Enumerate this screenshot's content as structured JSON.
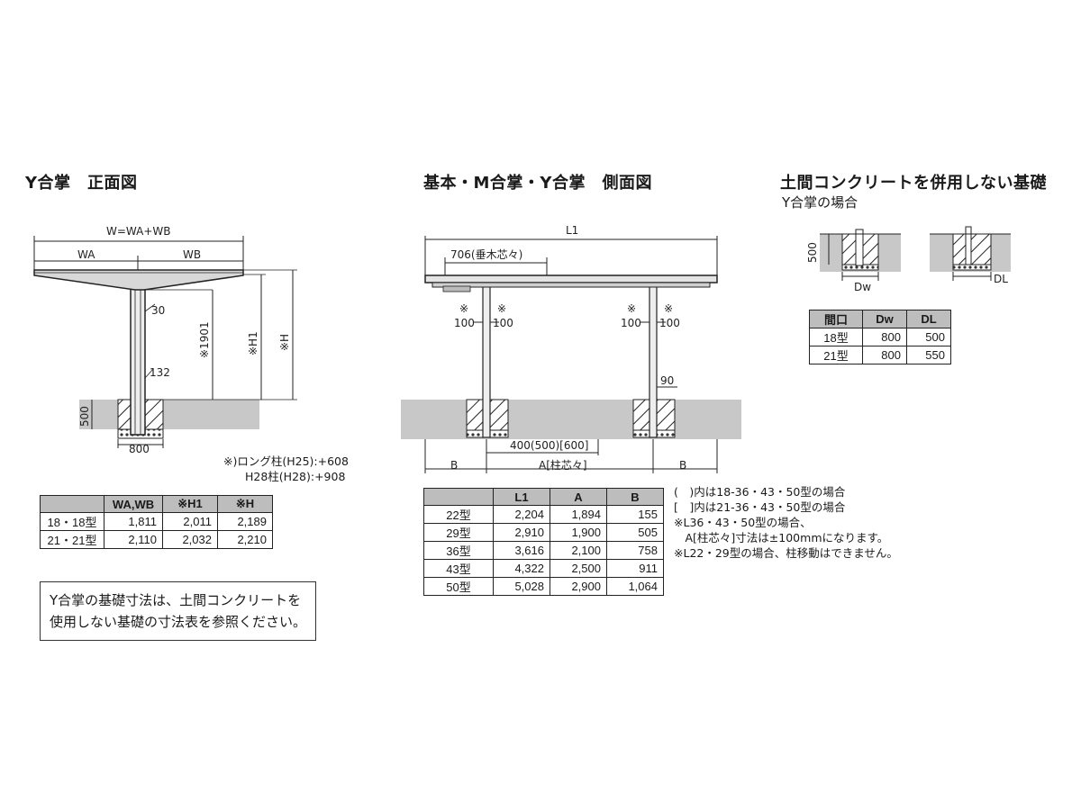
{
  "front": {
    "title": "Y合掌　正面図",
    "dim_w": "W=WA+WB",
    "dim_wa": "WA",
    "dim_wb": "WB",
    "dim_30": "30",
    "dim_132": "132",
    "dim_1901": "※1901",
    "dim_h1": "※H1",
    "dim_h": "※H",
    "dim_500": "500",
    "dim_800": "800",
    "notes": [
      "※)ロング柱(H25):+608",
      "H28柱(H28):+908"
    ],
    "table": {
      "headers": [
        "",
        "WA,WB",
        "※H1",
        "※H"
      ],
      "rows": [
        [
          "18・18型",
          "1,811",
          "2,011",
          "2,189"
        ],
        [
          "21・21型",
          "2,110",
          "2,032",
          "2,210"
        ]
      ]
    },
    "info": [
      "Y合掌の基礎寸法は、土間コンクリートを",
      "使用しない基礎の寸法表を参照ください。"
    ]
  },
  "side": {
    "title": "基本・M合掌・Y合掌　側面図",
    "dim_l1": "L1",
    "dim_706": "706(垂木芯々)",
    "mark": "※",
    "dim_100l": "100",
    "dim_100r": "100",
    "dim_90": "90",
    "dim_400": "400(500)[600]",
    "dim_b": "B",
    "dim_a": "A[柱芯々]",
    "table": {
      "headers": [
        "",
        "L1",
        "A",
        "B"
      ],
      "rows": [
        [
          "22型",
          "2,204",
          "1,894",
          "155"
        ],
        [
          "29型",
          "2,910",
          "1,900",
          "505"
        ],
        [
          "36型",
          "3,616",
          "2,100",
          "758"
        ],
        [
          "43型",
          "4,322",
          "2,500",
          "911"
        ],
        [
          "50型",
          "5,028",
          "2,900",
          "1,064"
        ]
      ]
    },
    "notes": [
      "(　)内は18-36・43・50型の場合",
      "[　]内は21-36・43・50型の場合",
      "※L36・43・50型の場合、",
      "　A[柱芯々]寸法は±100mmになります。",
      "※L22・29型の場合、柱移動はできません。"
    ]
  },
  "found": {
    "title": "土間コンクリートを併用しない基礎",
    "subtitle": "Y合掌の場合",
    "dim_500": "500",
    "dim_dw": "Dw",
    "dim_dl": "DL",
    "table": {
      "headers": [
        "間口",
        "Dw",
        "DL"
      ],
      "rows": [
        [
          "18型",
          "800",
          "500"
        ],
        [
          "21型",
          "800",
          "550"
        ]
      ]
    }
  }
}
